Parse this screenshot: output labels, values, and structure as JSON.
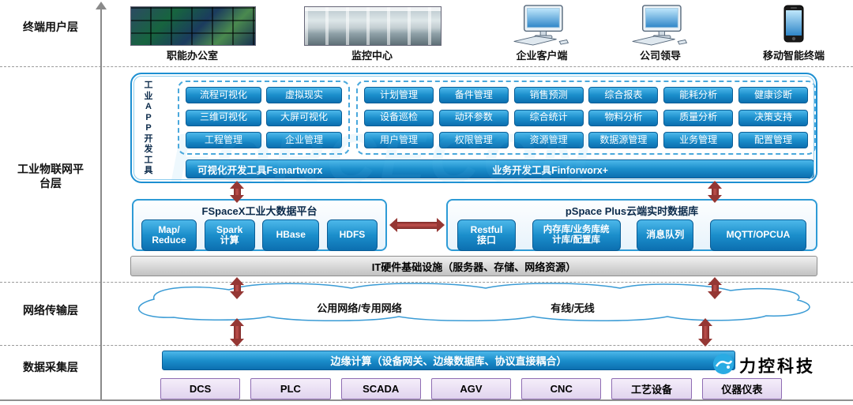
{
  "layers": {
    "terminal": "终端用户层",
    "platform": "工业物联网平台层",
    "network": "网络传输层",
    "collection": "数据采集层"
  },
  "terminals": {
    "office": "职能办公室",
    "monitor_center": "监控中心",
    "enterprise_client": "企业客户端",
    "company_leader": "公司领导",
    "mobile_terminal": "移动智能终端"
  },
  "app": {
    "side": "工\n业\nA\nP\nP\n开\n发\n工\n具",
    "g1": [
      [
        "流程可视化",
        "虚拟现实"
      ],
      [
        "三维可视化",
        "大屏可视化"
      ],
      [
        "工程管理",
        "企业管理"
      ]
    ],
    "g2": [
      [
        "计划管理",
        "备件管理",
        "销售预测",
        "综合报表",
        "能耗分析",
        "健康诊断"
      ],
      [
        "设备巡检",
        "动环参数",
        "综合统计",
        "物料分析",
        "质量分析",
        "决策支持"
      ],
      [
        "用户管理",
        "权限管理",
        "资源管理",
        "数据源管理",
        "业务管理",
        "配置管理"
      ]
    ],
    "dev_left": "可视化开发工具Fsmartworx",
    "dev_right": "业务开发工具Finforworx+"
  },
  "bigdata": {
    "title": "FSpaceX工业大数据平台",
    "b1": "Map/\nReduce",
    "b2": "Spark\n计算",
    "b3": "HBase",
    "b4": "HDFS"
  },
  "rtdb": {
    "title": "pSpace Plus云端实时数据库",
    "b1": "Restful\n接口",
    "b2": "内存库/业务库统\n计库/配置库",
    "b3": "消息队列",
    "b4": "MQTT/OPCUA"
  },
  "it_bar": "IT硬件基础设施（服务器、存储、网络资源）",
  "network_labels": {
    "left": "公用网络/专用网络",
    "right": "有线/无线"
  },
  "edge_bar": "边缘计算（设备网关、边缘数据库、协议直接耦合）",
  "devices": [
    "DCS",
    "PLC",
    "SCADA",
    "AGV",
    "CNC",
    "工艺设备",
    "仪器仪表"
  ],
  "brand": "力控科技",
  "watermark": "FORCECON"
}
